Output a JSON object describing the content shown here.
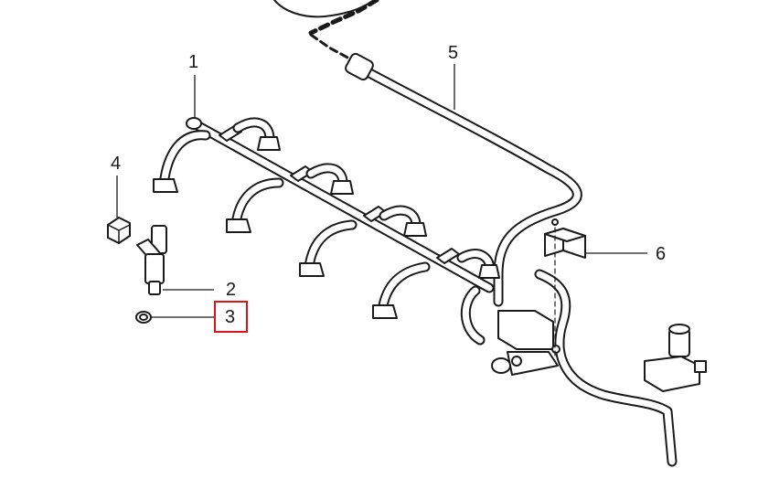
{
  "diagram": {
    "callouts": [
      {
        "id": "1",
        "label": "1",
        "highlighted": false
      },
      {
        "id": "2",
        "label": "2",
        "highlighted": false
      },
      {
        "id": "3",
        "label": "3",
        "highlighted": true
      },
      {
        "id": "4",
        "label": "4",
        "highlighted": false
      },
      {
        "id": "5",
        "label": "5",
        "highlighted": false
      },
      {
        "id": "6",
        "label": "6",
        "highlighted": false
      }
    ],
    "colors": {
      "line": "#1a1a1a",
      "highlight": "#d9141b",
      "background": "#ffffff"
    }
  }
}
